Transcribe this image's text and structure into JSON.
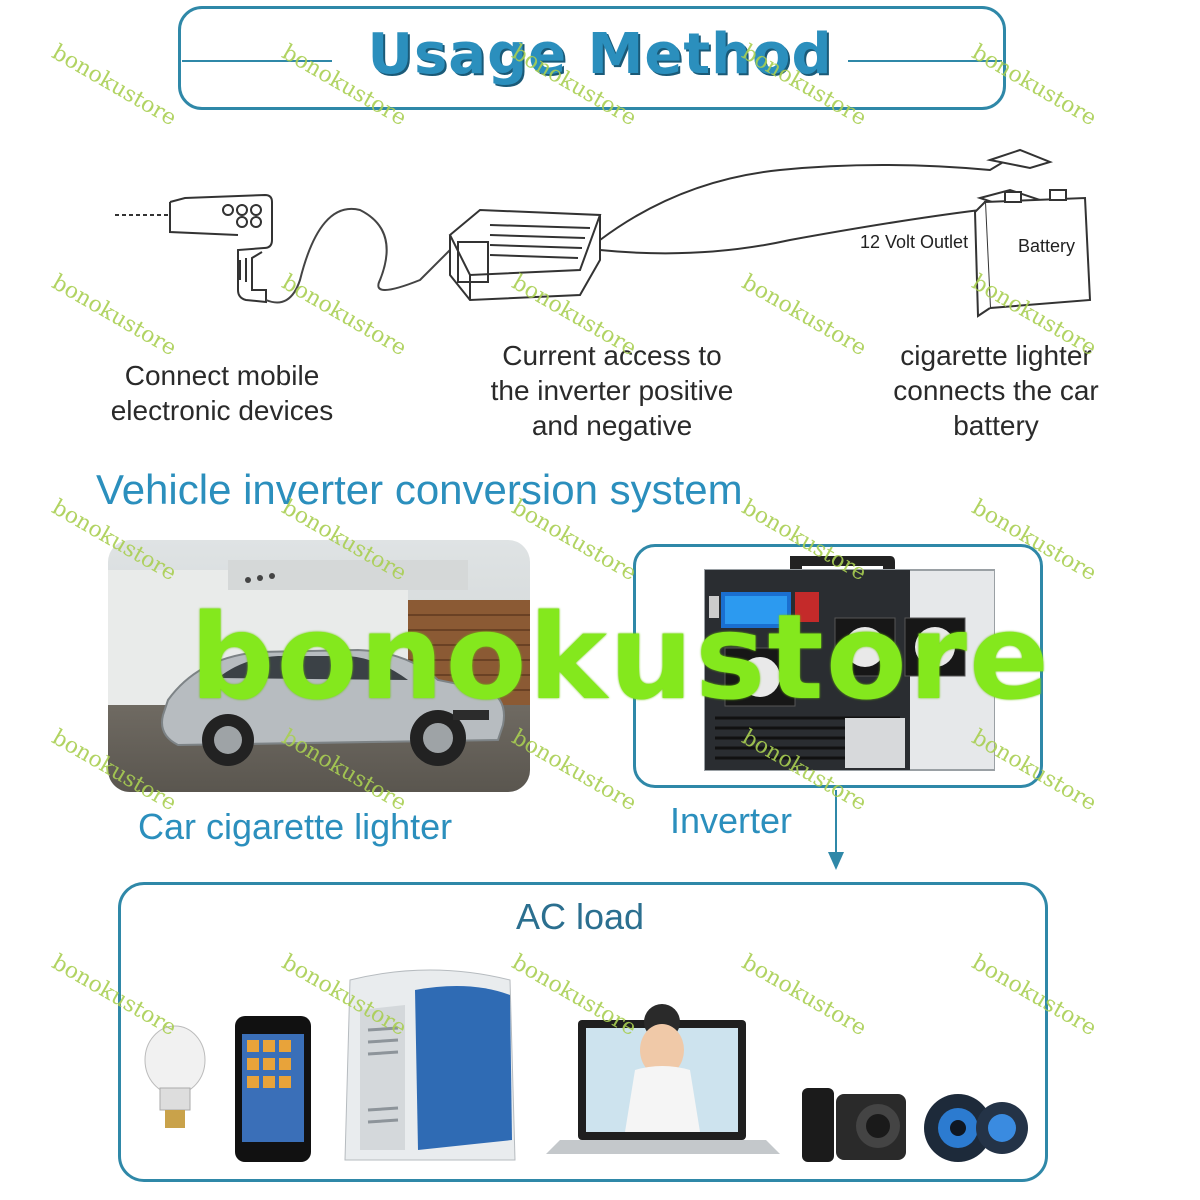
{
  "title": "Usage Method",
  "diagram": {
    "outlet_label": "12 Volt Outlet",
    "battery_label": "Battery"
  },
  "steps": [
    {
      "line1": "Connect mobile",
      "line2": "electronic devices",
      "line3": ""
    },
    {
      "line1": "Current access to",
      "line2": "the inverter positive",
      "line3": "and negative"
    },
    {
      "line1": "cigarette lighter",
      "line2": "connects the car",
      "line3": "battery"
    }
  ],
  "system_heading": "Vehicle inverter conversion system",
  "captions": {
    "car": "Car cigarette lighter",
    "inverter": "Inverter"
  },
  "ac_load": {
    "label": "AC load",
    "devices": [
      "light-bulb-icon",
      "smartphone-icon",
      "mini-fridge-icon",
      "laptop-icon",
      "speaker-icon",
      "car-speaker-icon"
    ]
  },
  "watermark": {
    "text": "bonokustore",
    "color": "#a9cf52",
    "big_color": "#84e81d"
  },
  "colors": {
    "accent": "#2f88a8",
    "heading": "#2b8fbd"
  }
}
